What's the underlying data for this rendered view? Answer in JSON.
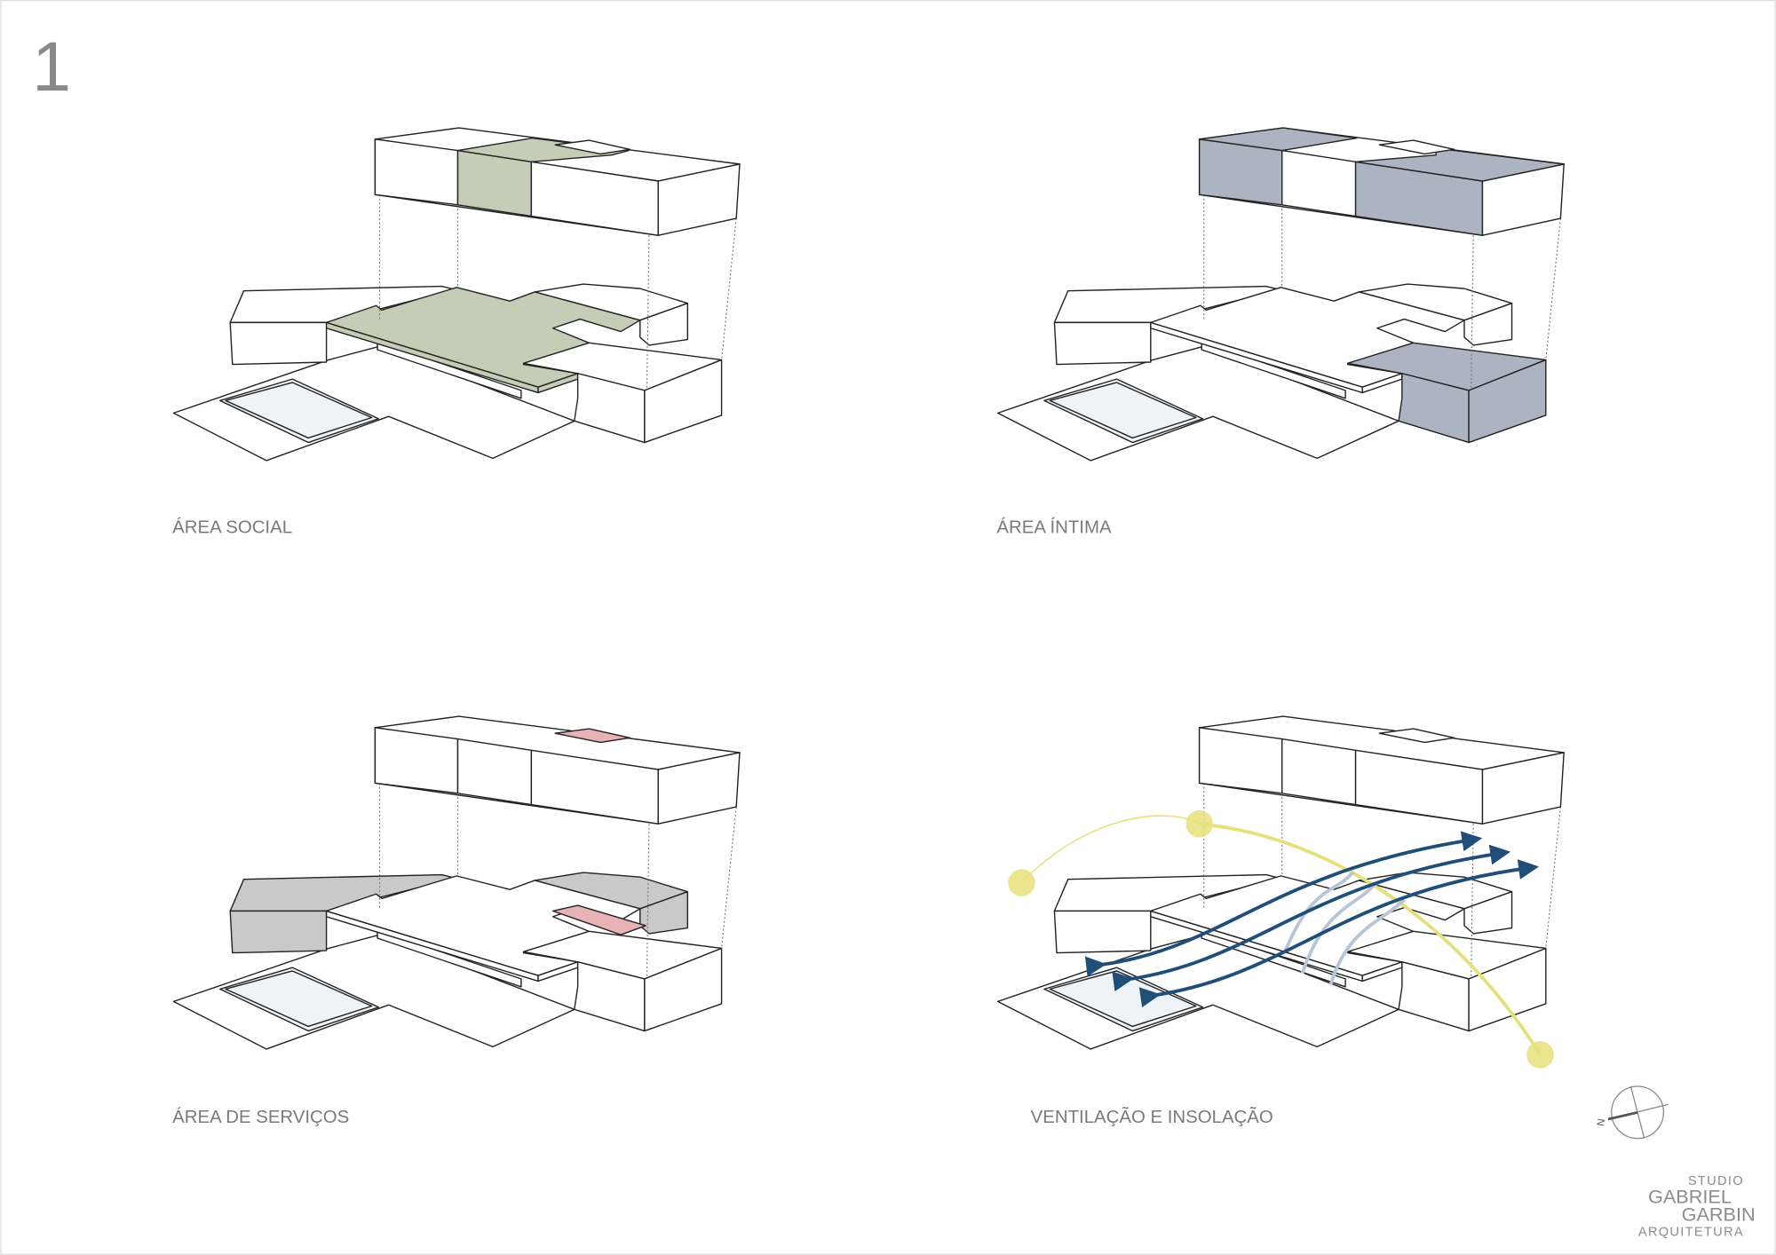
{
  "page_number": "1",
  "colors": {
    "social": "#c5cdb6",
    "intima": "#acb3c1",
    "servicos": "#c9c9c9",
    "servicos_accent": "#e8b3b6",
    "pool": "#eef3f7",
    "sun": "#e6e07a",
    "wind": "#1f4e79",
    "wind_faded": "#b8c5d4"
  },
  "diagrams": [
    {
      "label": "ÁREA SOCIAL",
      "variant": "social"
    },
    {
      "label": "ÁREA ÍNTIMA",
      "variant": "intima"
    },
    {
      "label": "ÁREA DE SERVIÇOS",
      "variant": "servicos"
    },
    {
      "label": "VENTILAÇÃO E INSOLAÇÃO",
      "variant": "ventilacao"
    }
  ],
  "compass": {
    "north_label": "N"
  },
  "logo": {
    "line1": "STUDIO",
    "line2": "GABRIEL",
    "line3": "GARBIN",
    "line4": "ARQUITETURA"
  }
}
